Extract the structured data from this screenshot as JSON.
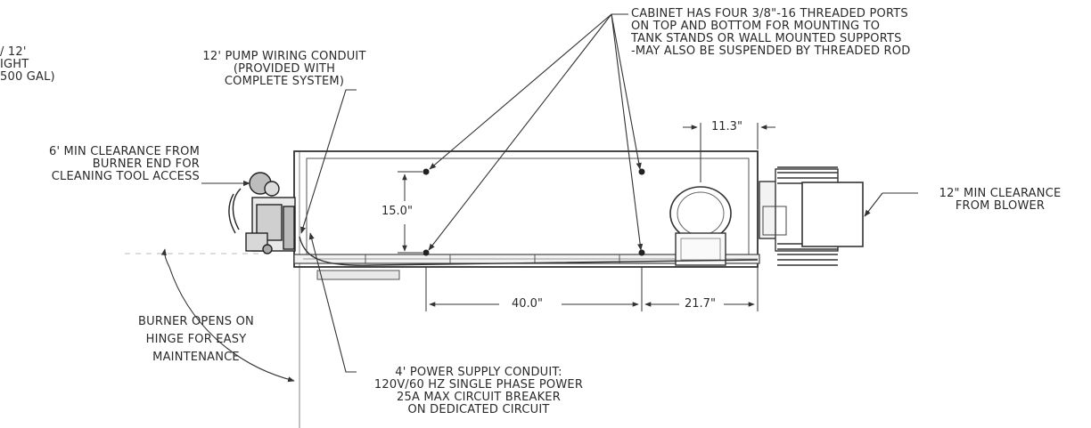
{
  "labels": {
    "tank_partial": [
      "/ 12'",
      "IGHT",
      "500 GAL)"
    ],
    "pump_conduit": [
      "12' PUMP WIRING CONDUIT",
      "(PROVIDED WITH",
      "COMPLETE SYSTEM)"
    ],
    "cabinet_ports": [
      "CABINET HAS FOUR 3/8\"-16 THREADED PORTS",
      "ON TOP AND BOTTOM FOR MOUNTING TO",
      "TANK STANDS OR WALL MOUNTED SUPPORTS",
      "-MAY ALSO BE SUSPENDED BY THREADED ROD"
    ],
    "burner_clearance": [
      "6' MIN CLEARANCE FROM",
      "BURNER END FOR",
      "CLEANING TOOL ACCESS"
    ],
    "blower_clearance": [
      "12\" MIN CLEARANCE",
      "FROM BLOWER"
    ],
    "burner_hinge": [
      "BURNER OPENS ON",
      "HINGE FOR EASY",
      "MAINTENANCE"
    ],
    "power_conduit": [
      "4' POWER SUPPLY CONDUIT:",
      "120V/60 HZ SINGLE PHASE POWER",
      "25A MAX CIRCUIT BREAKER",
      "ON DEDICATED CIRCUIT"
    ]
  },
  "dimensions": {
    "port_height": "15.0\"",
    "port_spacing": "40.0\"",
    "port_to_end": "21.7\"",
    "blower_offset": "11.3\""
  }
}
